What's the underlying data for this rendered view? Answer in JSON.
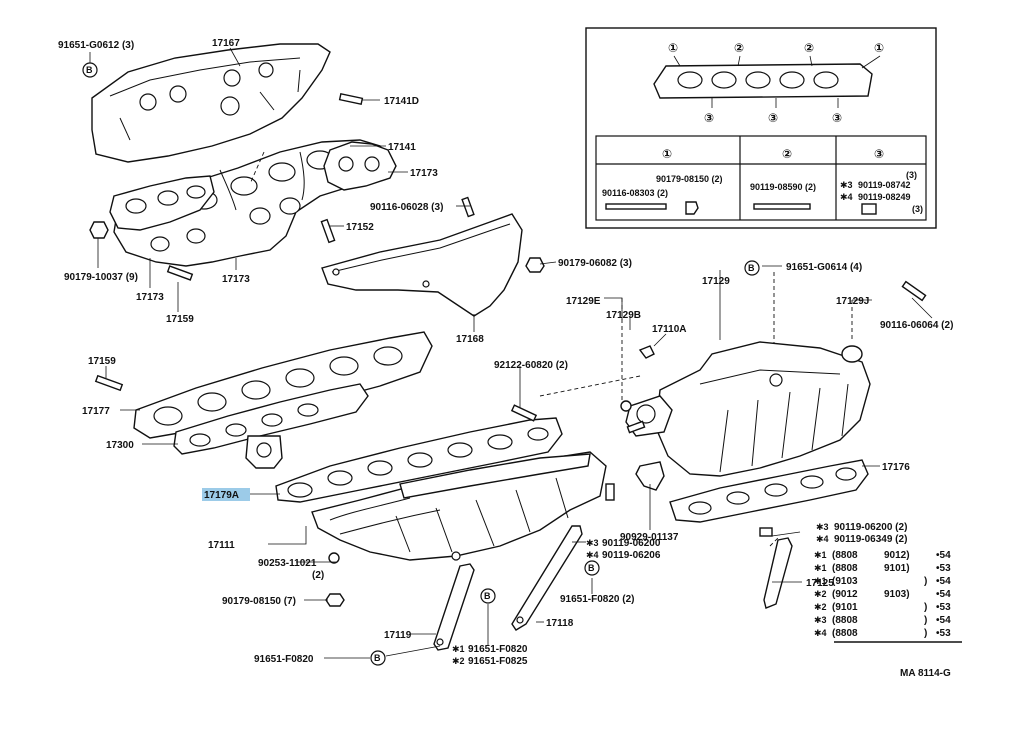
{
  "labels": {
    "p91651_G0612": "91651-G0612 (3)",
    "p17167": "17167",
    "p17141D": "17141D",
    "p17141": "17141",
    "p17173a": "17173",
    "p17173b": "17173",
    "p17173c": "17173",
    "p90116_06028": "90116-06028 (3)",
    "p17152": "17152",
    "p90179_10037": "90179-10037 (9)",
    "p17159a": "17159",
    "p90179_06082": "90179-06082 (3)",
    "p17168": "17168",
    "p91651_G0614": "91651-G0614 (4)",
    "p17129": "17129",
    "p17129E": "17129E",
    "p17129J": "17129J",
    "p17129B": "17129B",
    "p17110A": "17110A",
    "p90116_06064": "90116-06064 (2)",
    "p92122_60820": "92122-60820 (2)",
    "p17159b": "17159",
    "p17177": "17177",
    "p17300": "17300",
    "p17176": "17176",
    "p17179A": "17179A",
    "p90929_01137": "90929-01137",
    "p17111": "17111",
    "p90253_11021": "90253-11021",
    "p90253_qty": "(2)",
    "p90179_08150": "90179-08150 (7)",
    "p90119_06200": "90119-06200",
    "p90119_06206": "90119-06206",
    "p91651_F0820_2": "91651-F0820 (2)",
    "p17118": "17118",
    "p17119": "17119",
    "p91651_F0820": "91651-F0820",
    "p91651_F0820b": "91651-F0820",
    "p91651_F0825": "91651-F0825",
    "p17125": "17125",
    "p90119_06200_2": "90119-06200 (2)",
    "p90119_06349_2": "90119-06349 (2)",
    "diagram_code": "MA 8114-G"
  },
  "markers": {
    "star1": "✱1",
    "star2": "✱2",
    "star3": "✱3",
    "star4": "✱4",
    "b": "B"
  },
  "inset": {
    "circle_1": "①",
    "circle_2": "②",
    "circle_3": "③",
    "col1_a": "90179-08150 (2)",
    "col1_b": "90116-08303 (2)",
    "col2_a": "90119-08590 (2)",
    "col3_qty_a": "(3)",
    "col3_a": "90119-08742",
    "col3_b": "90119-08249",
    "col3_qty_b": "(3)"
  },
  "legend": [
    {
      "mark": "✱1",
      "range_from": "(8808",
      "range_to": "9012)",
      "code": "•54"
    },
    {
      "mark": "✱1",
      "range_from": "(8808",
      "range_to": "9101)",
      "code": "•53"
    },
    {
      "mark": "✱1",
      "range_from": "(9103",
      "range_to": ")",
      "code": "•54"
    },
    {
      "mark": "✱2",
      "range_from": "(9012",
      "range_to": "9103)",
      "code": "•54"
    },
    {
      "mark": "✱2",
      "range_from": "(9101",
      "range_to": ")",
      "code": "•53"
    },
    {
      "mark": "✱3",
      "range_from": "(8808",
      "range_to": ")",
      "code": "•54"
    },
    {
      "mark": "✱4",
      "range_from": "(8808",
      "range_to": ")",
      "code": "•53"
    }
  ]
}
